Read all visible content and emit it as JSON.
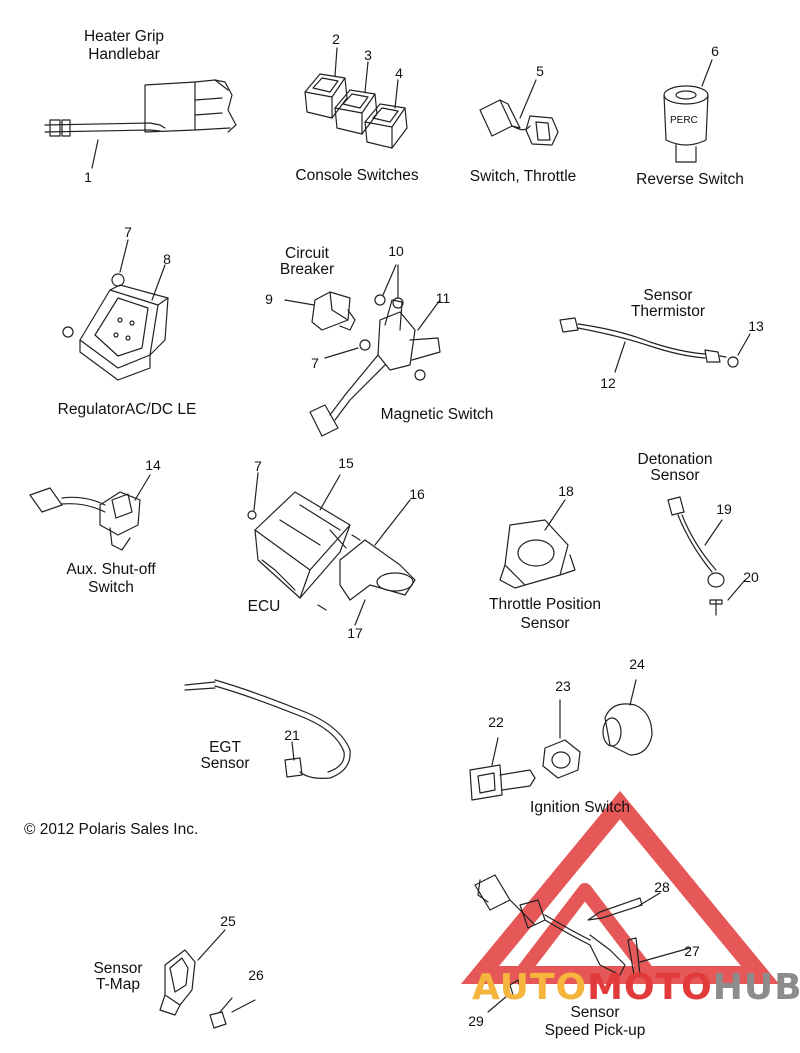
{
  "copyright": "© 2012 Polaris Sales Inc.",
  "labels": {
    "heater_grip": [
      "Heater Grip",
      "Handlebar"
    ],
    "console_switches": "Console Switches",
    "switch_throttle": "Switch, Throttle",
    "reverse_switch": "Reverse Switch",
    "circuit_breaker": [
      "Circuit",
      "Breaker"
    ],
    "sensor_thermistor": [
      "Sensor",
      "Thermistor"
    ],
    "regulator": "RegulatorAC/DC LE",
    "magnetic_switch": "Magnetic Switch",
    "detonation_sensor": [
      "Detonation",
      "Sensor"
    ],
    "aux_shutoff": [
      "Aux. Shut-off",
      "Switch"
    ],
    "ecu": "ECU",
    "throttle_position": [
      "Throttle Position",
      "Sensor"
    ],
    "egt_sensor": [
      "EGT",
      "Sensor"
    ],
    "ignition_switch": "Ignition Switch",
    "sensor_tmap": [
      "Sensor",
      "T-Map"
    ],
    "speed_pickup": [
      "Sensor",
      "Speed Pick-up"
    ]
  },
  "perc_text": "PERC",
  "callouts": [
    "1",
    "2",
    "3",
    "4",
    "5",
    "6",
    "7",
    "8",
    "9",
    "10",
    "11",
    "12",
    "13",
    "14",
    "15",
    "16",
    "17",
    "18",
    "19",
    "20",
    "21",
    "22",
    "23",
    "24",
    "25",
    "26",
    "27",
    "28",
    "29"
  ],
  "callout_7_repeats": [
    "7",
    "7",
    "7"
  ],
  "watermark": {
    "part1": "AUTO",
    "part2": "MOTO",
    "part3": "HUB",
    "color_orange": "#f5b43c",
    "color_red": "#e23a3a",
    "color_gray": "#8c8c8c"
  }
}
